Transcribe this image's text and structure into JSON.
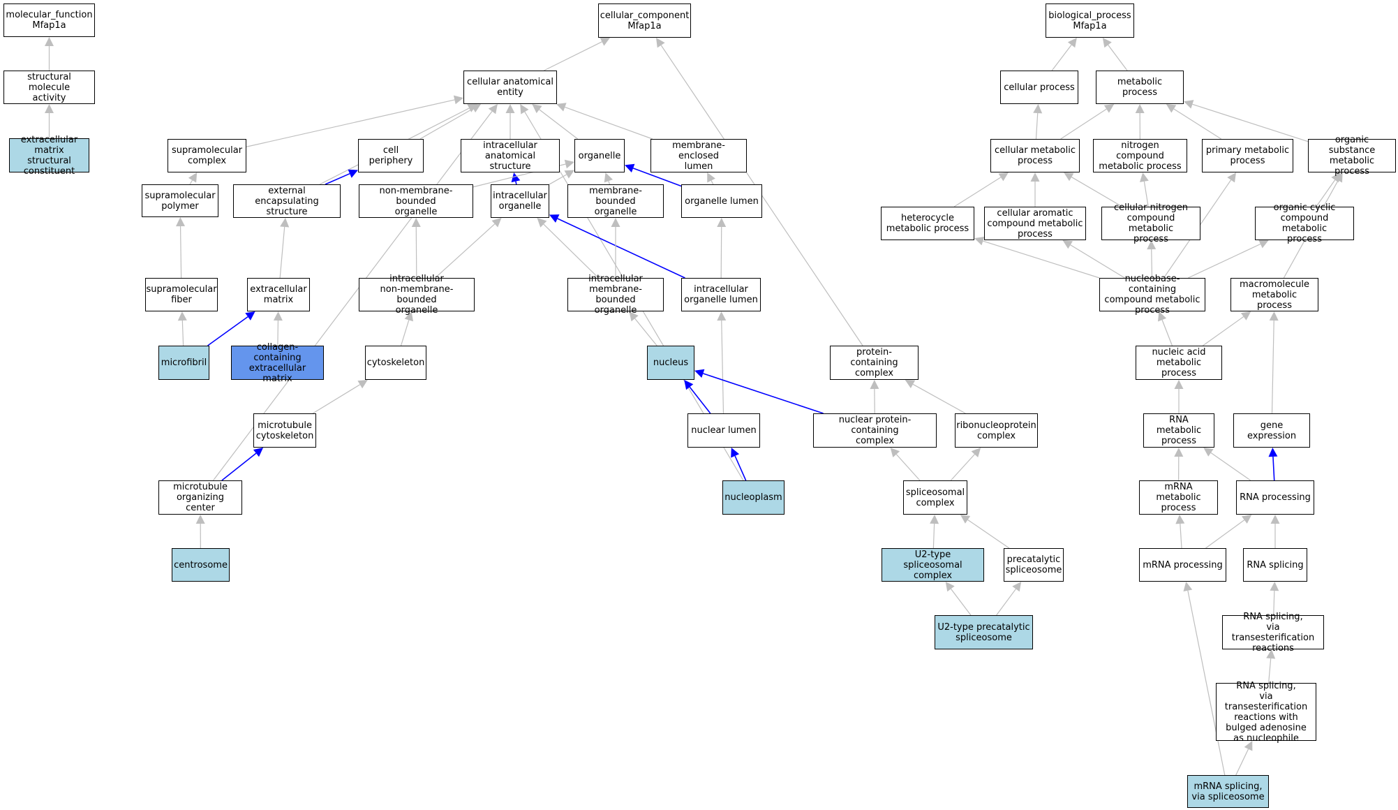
{
  "diagram": {
    "nodes": [
      {
        "id": "mf",
        "label": "molecular_function\nMfap1a",
        "fill": "#ffffff"
      },
      {
        "id": "sma",
        "label": "structural molecule\nactivity",
        "fill": "#ffffff"
      },
      {
        "id": "emsc",
        "label": "extracellular\nmatrix structural\nconstituent",
        "fill": "#add8e6"
      },
      {
        "id": "cc",
        "label": "cellular_component\nMfap1a",
        "fill": "#ffffff"
      },
      {
        "id": "cae",
        "label": "cellular anatomical\nentity",
        "fill": "#ffffff"
      },
      {
        "id": "smc",
        "label": "supramolecular\ncomplex",
        "fill": "#ffffff"
      },
      {
        "id": "cp",
        "label": "cell periphery",
        "fill": "#ffffff"
      },
      {
        "id": "ias",
        "label": "intracellular\nanatomical structure",
        "fill": "#ffffff"
      },
      {
        "id": "org",
        "label": "organelle",
        "fill": "#ffffff"
      },
      {
        "id": "mel",
        "label": "membrane-enclosed\nlumen",
        "fill": "#ffffff"
      },
      {
        "id": "smp",
        "label": "supramolecular\npolymer",
        "fill": "#ffffff"
      },
      {
        "id": "ees",
        "label": "external encapsulating\nstructure",
        "fill": "#ffffff"
      },
      {
        "id": "nmbo",
        "label": "non-membrane-bounded\norganelle",
        "fill": "#ffffff"
      },
      {
        "id": "io",
        "label": "intracellular\norganelle",
        "fill": "#ffffff"
      },
      {
        "id": "mbo",
        "label": "membrane-bounded\norganelle",
        "fill": "#ffffff"
      },
      {
        "id": "ol",
        "label": "organelle lumen",
        "fill": "#ffffff"
      },
      {
        "id": "smf",
        "label": "supramolecular\nfiber",
        "fill": "#ffffff"
      },
      {
        "id": "ecm",
        "label": "extracellular\nmatrix",
        "fill": "#ffffff"
      },
      {
        "id": "inmbo",
        "label": "intracellular\nnon-membrane-bounded\norganelle",
        "fill": "#ffffff"
      },
      {
        "id": "imbo",
        "label": "intracellular\nmembrane-bounded\norganelle",
        "fill": "#ffffff"
      },
      {
        "id": "iol",
        "label": "intracellular\norganelle lumen",
        "fill": "#ffffff"
      },
      {
        "id": "mfib",
        "label": "microfibril",
        "fill": "#add8e6"
      },
      {
        "id": "ccem",
        "label": "collagen-containing\nextracellular\nmatrix",
        "fill": "#6495ed"
      },
      {
        "id": "cyto",
        "label": "cytoskeleton",
        "fill": "#ffffff"
      },
      {
        "id": "nuc",
        "label": "nucleus",
        "fill": "#add8e6"
      },
      {
        "id": "pcc",
        "label": "protein-containing\ncomplex",
        "fill": "#ffffff"
      },
      {
        "id": "mtc",
        "label": "microtubule\ncytoskeleton",
        "fill": "#ffffff"
      },
      {
        "id": "nl",
        "label": "nuclear lumen",
        "fill": "#ffffff"
      },
      {
        "id": "npcc",
        "label": "nuclear protein-containing\ncomplex",
        "fill": "#ffffff"
      },
      {
        "id": "rnpc",
        "label": "ribonucleoprotein\ncomplex",
        "fill": "#ffffff"
      },
      {
        "id": "mtoc",
        "label": "microtubule\norganizing center",
        "fill": "#ffffff"
      },
      {
        "id": "np",
        "label": "nucleoplasm",
        "fill": "#add8e6"
      },
      {
        "id": "ssc",
        "label": "spliceosomal\ncomplex",
        "fill": "#ffffff"
      },
      {
        "id": "cent",
        "label": "centrosome",
        "fill": "#add8e6"
      },
      {
        "id": "u2ssc",
        "label": "U2-type spliceosomal\ncomplex",
        "fill": "#add8e6"
      },
      {
        "id": "pcs",
        "label": "precatalytic\nspliceosome",
        "fill": "#ffffff"
      },
      {
        "id": "u2pcs",
        "label": "U2-type precatalytic\nspliceosome",
        "fill": "#add8e6"
      },
      {
        "id": "bp",
        "label": "biological_process\nMfap1a",
        "fill": "#ffffff"
      },
      {
        "id": "cellp",
        "label": "cellular process",
        "fill": "#ffffff"
      },
      {
        "id": "metp",
        "label": "metabolic process",
        "fill": "#ffffff"
      },
      {
        "id": "cmp",
        "label": "cellular metabolic\nprocess",
        "fill": "#ffffff"
      },
      {
        "id": "ncmp",
        "label": "nitrogen compound\nmetabolic process",
        "fill": "#ffffff"
      },
      {
        "id": "pmp",
        "label": "primary metabolic\nprocess",
        "fill": "#ffffff"
      },
      {
        "id": "osmp",
        "label": "organic substance\nmetabolic process",
        "fill": "#ffffff"
      },
      {
        "id": "hmp",
        "label": "heterocycle\nmetabolic process",
        "fill": "#ffffff"
      },
      {
        "id": "cacmp",
        "label": "cellular aromatic\ncompound metabolic\nprocess",
        "fill": "#ffffff"
      },
      {
        "id": "cncmp",
        "label": "cellular nitrogen\ncompound metabolic\nprocess",
        "fill": "#ffffff"
      },
      {
        "id": "occmp",
        "label": "organic cyclic\ncompound metabolic\nprocess",
        "fill": "#ffffff"
      },
      {
        "id": "nbccmp",
        "label": "nucleobase-containing\ncompound metabolic\nprocess",
        "fill": "#ffffff"
      },
      {
        "id": "mmp",
        "label": "macromolecule\nmetabolic process",
        "fill": "#ffffff"
      },
      {
        "id": "namp",
        "label": "nucleic acid\nmetabolic process",
        "fill": "#ffffff"
      },
      {
        "id": "rnamp",
        "label": "RNA metabolic\nprocess",
        "fill": "#ffffff"
      },
      {
        "id": "ge",
        "label": "gene expression",
        "fill": "#ffffff"
      },
      {
        "id": "mrnamp",
        "label": "mRNA metabolic\nprocess",
        "fill": "#ffffff"
      },
      {
        "id": "rnap",
        "label": "RNA processing",
        "fill": "#ffffff"
      },
      {
        "id": "mrnap",
        "label": "mRNA processing",
        "fill": "#ffffff"
      },
      {
        "id": "rnas",
        "label": "RNA splicing",
        "fill": "#ffffff"
      },
      {
        "id": "rnast",
        "label": "RNA splicing,\nvia transesterification\nreactions",
        "fill": "#ffffff"
      },
      {
        "id": "rnastb",
        "label": "RNA splicing,\nvia transesterification\nreactions with\nbulged adenosine\nas nucleophile",
        "fill": "#ffffff"
      },
      {
        "id": "mrnass",
        "label": "mRNA splicing,\nvia spliceosome",
        "fill": "#add8e6"
      }
    ],
    "edges": [
      {
        "from": "sma",
        "to": "mf",
        "color": "#bebebe"
      },
      {
        "from": "emsc",
        "to": "sma",
        "color": "#bebebe"
      },
      {
        "from": "cae",
        "to": "cc",
        "color": "#bebebe"
      },
      {
        "from": "pcc",
        "to": "cc",
        "color": "#bebebe"
      },
      {
        "from": "smc",
        "to": "cae",
        "color": "#bebebe"
      },
      {
        "from": "cp",
        "to": "cae",
        "color": "#bebebe"
      },
      {
        "from": "ias",
        "to": "cae",
        "color": "#bebebe"
      },
      {
        "from": "org",
        "to": "cae",
        "color": "#bebebe"
      },
      {
        "from": "mel",
        "to": "cae",
        "color": "#bebebe"
      },
      {
        "from": "ees",
        "to": "cae",
        "color": "#bebebe"
      },
      {
        "from": "mtoc",
        "to": "cae",
        "color": "#bebebe"
      },
      {
        "from": "np",
        "to": "cae",
        "color": "#bebebe"
      },
      {
        "from": "smp",
        "to": "smc",
        "color": "#bebebe"
      },
      {
        "from": "ees",
        "to": "cp",
        "color": "#0000ff"
      },
      {
        "from": "io",
        "to": "ias",
        "color": "#0000ff"
      },
      {
        "from": "nmbo",
        "to": "org",
        "color": "#bebebe"
      },
      {
        "from": "io",
        "to": "org",
        "color": "#bebebe"
      },
      {
        "from": "mbo",
        "to": "org",
        "color": "#bebebe"
      },
      {
        "from": "ol",
        "to": "org",
        "color": "#0000ff"
      },
      {
        "from": "ol",
        "to": "mel",
        "color": "#bebebe"
      },
      {
        "from": "smf",
        "to": "smp",
        "color": "#bebebe"
      },
      {
        "from": "ecm",
        "to": "ees",
        "color": "#bebebe"
      },
      {
        "from": "inmbo",
        "to": "nmbo",
        "color": "#bebebe"
      },
      {
        "from": "inmbo",
        "to": "io",
        "color": "#bebebe"
      },
      {
        "from": "imbo",
        "to": "io",
        "color": "#bebebe"
      },
      {
        "from": "iol",
        "to": "io",
        "color": "#0000ff"
      },
      {
        "from": "imbo",
        "to": "mbo",
        "color": "#bebebe"
      },
      {
        "from": "iol",
        "to": "ol",
        "color": "#bebebe"
      },
      {
        "from": "mfib",
        "to": "smf",
        "color": "#bebebe"
      },
      {
        "from": "mfib",
        "to": "ecm",
        "color": "#0000ff"
      },
      {
        "from": "ccem",
        "to": "ecm",
        "color": "#bebebe"
      },
      {
        "from": "cyto",
        "to": "inmbo",
        "color": "#bebebe"
      },
      {
        "from": "nuc",
        "to": "imbo",
        "color": "#bebebe"
      },
      {
        "from": "nl",
        "to": "iol",
        "color": "#bebebe"
      },
      {
        "from": "mtc",
        "to": "cyto",
        "color": "#bebebe"
      },
      {
        "from": "nl",
        "to": "nuc",
        "color": "#0000ff"
      },
      {
        "from": "npcc",
        "to": "nuc",
        "color": "#0000ff"
      },
      {
        "from": "npcc",
        "to": "pcc",
        "color": "#bebebe"
      },
      {
        "from": "rnpc",
        "to": "pcc",
        "color": "#bebebe"
      },
      {
        "from": "mtoc",
        "to": "mtc",
        "color": "#0000ff"
      },
      {
        "from": "np",
        "to": "nl",
        "color": "#0000ff"
      },
      {
        "from": "ssc",
        "to": "npcc",
        "color": "#bebebe"
      },
      {
        "from": "ssc",
        "to": "rnpc",
        "color": "#bebebe"
      },
      {
        "from": "cent",
        "to": "mtoc",
        "color": "#bebebe"
      },
      {
        "from": "u2ssc",
        "to": "ssc",
        "color": "#bebebe"
      },
      {
        "from": "pcs",
        "to": "ssc",
        "color": "#bebebe"
      },
      {
        "from": "u2pcs",
        "to": "u2ssc",
        "color": "#bebebe"
      },
      {
        "from": "u2pcs",
        "to": "pcs",
        "color": "#bebebe"
      },
      {
        "from": "cellp",
        "to": "bp",
        "color": "#bebebe"
      },
      {
        "from": "metp",
        "to": "bp",
        "color": "#bebebe"
      },
      {
        "from": "cmp",
        "to": "cellp",
        "color": "#bebebe"
      },
      {
        "from": "cmp",
        "to": "metp",
        "color": "#bebebe"
      },
      {
        "from": "ncmp",
        "to": "metp",
        "color": "#bebebe"
      },
      {
        "from": "pmp",
        "to": "metp",
        "color": "#bebebe"
      },
      {
        "from": "osmp",
        "to": "metp",
        "color": "#bebebe"
      },
      {
        "from": "hmp",
        "to": "cmp",
        "color": "#bebebe"
      },
      {
        "from": "cacmp",
        "to": "cmp",
        "color": "#bebebe"
      },
      {
        "from": "cncmp",
        "to": "cmp",
        "color": "#bebebe"
      },
      {
        "from": "cncmp",
        "to": "ncmp",
        "color": "#bebebe"
      },
      {
        "from": "nbccmp",
        "to": "pmp",
        "color": "#bebebe"
      },
      {
        "from": "occmp",
        "to": "osmp",
        "color": "#bebebe"
      },
      {
        "from": "mmp",
        "to": "osmp",
        "color": "#bebebe"
      },
      {
        "from": "nbccmp",
        "to": "hmp",
        "color": "#bebebe"
      },
      {
        "from": "nbccmp",
        "to": "cacmp",
        "color": "#bebebe"
      },
      {
        "from": "nbccmp",
        "to": "cncmp",
        "color": "#bebebe"
      },
      {
        "from": "nbccmp",
        "to": "occmp",
        "color": "#bebebe"
      },
      {
        "from": "namp",
        "to": "nbccmp",
        "color": "#bebebe"
      },
      {
        "from": "namp",
        "to": "mmp",
        "color": "#bebebe"
      },
      {
        "from": "ge",
        "to": "mmp",
        "color": "#bebebe"
      },
      {
        "from": "rnamp",
        "to": "namp",
        "color": "#bebebe"
      },
      {
        "from": "mrnamp",
        "to": "rnamp",
        "color": "#bebebe"
      },
      {
        "from": "rnap",
        "to": "rnamp",
        "color": "#bebebe"
      },
      {
        "from": "rnap",
        "to": "ge",
        "color": "#0000ff"
      },
      {
        "from": "mrnap",
        "to": "mrnamp",
        "color": "#bebebe"
      },
      {
        "from": "mrnap",
        "to": "rnap",
        "color": "#bebebe"
      },
      {
        "from": "rnas",
        "to": "rnap",
        "color": "#bebebe"
      },
      {
        "from": "rnast",
        "to": "rnas",
        "color": "#bebebe"
      },
      {
        "from": "rnastb",
        "to": "rnast",
        "color": "#bebebe"
      },
      {
        "from": "mrnass",
        "to": "rnastb",
        "color": "#bebebe"
      },
      {
        "from": "mrnass",
        "to": "mrnap",
        "color": "#bebebe"
      }
    ]
  }
}
